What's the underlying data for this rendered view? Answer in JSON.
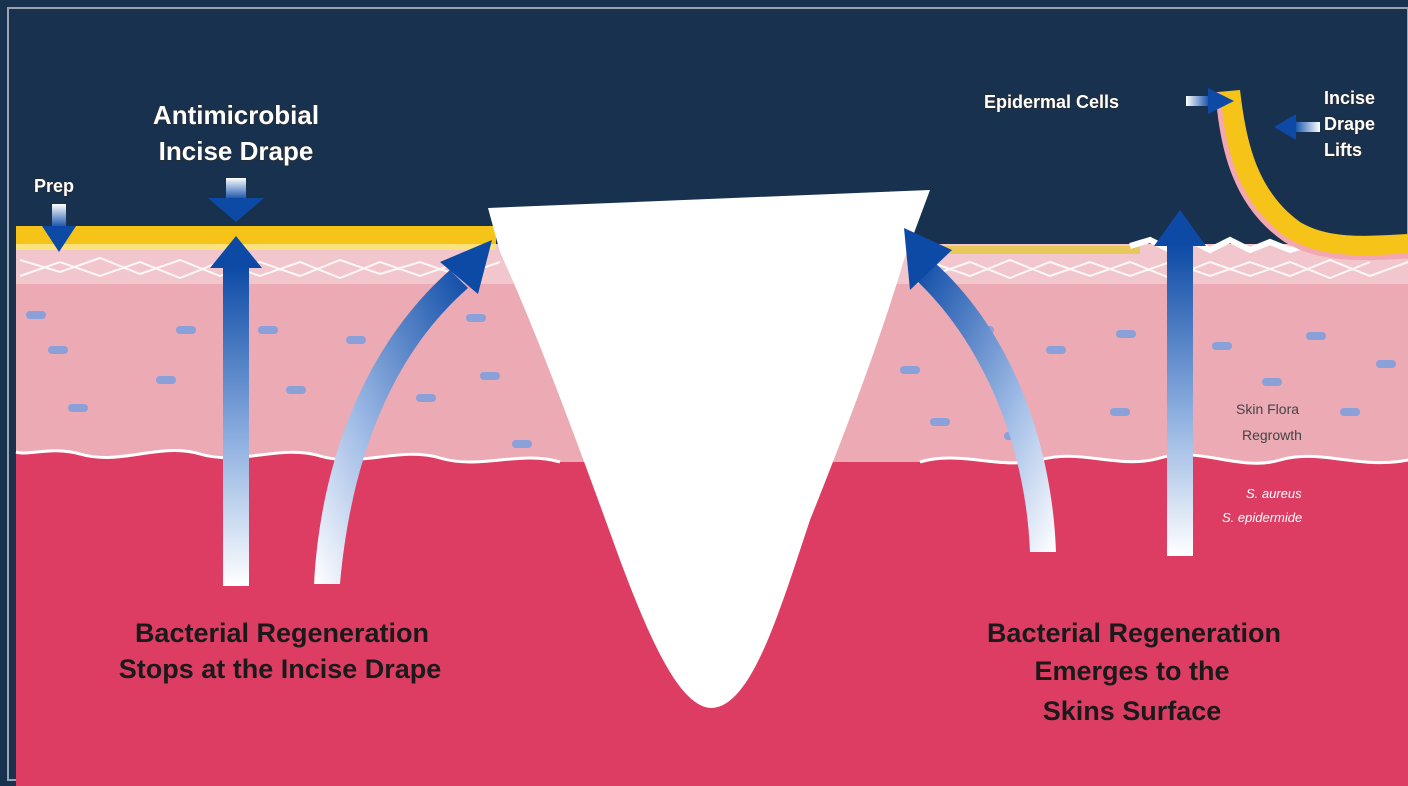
{
  "labels": {
    "prep": "Prep",
    "antimicrobial_line1": "Antimicrobial",
    "antimicrobial_line2": "Incise Drape",
    "epidermal_cells": "Epidermal Cells",
    "incise_line1": "Incise",
    "incise_line2": "Drape",
    "incise_line3": "Lifts",
    "skin_flora_line1": "Skin Flora",
    "skin_flora_line2": "Regrowth",
    "species_line1": "S. aureus",
    "species_line2": "S. epidermide",
    "left_caption_line1": "Bacterial Regeneration",
    "left_caption_line2": "Stops at the Incise Drape",
    "right_caption_line1": "Bacterial Regeneration",
    "right_caption_line2": "Emerges to the",
    "right_caption_line3": "Skins Surface"
  },
  "colors": {
    "background": "#17314f",
    "drape_yellow": "#f6c418",
    "dermis_pink": "#ecaab4",
    "deep_tissue": "#dd3d63",
    "arrow_blue": "#0c4aa6",
    "wound": "#ffffff",
    "cell_blue": "#8aa0d8"
  }
}
